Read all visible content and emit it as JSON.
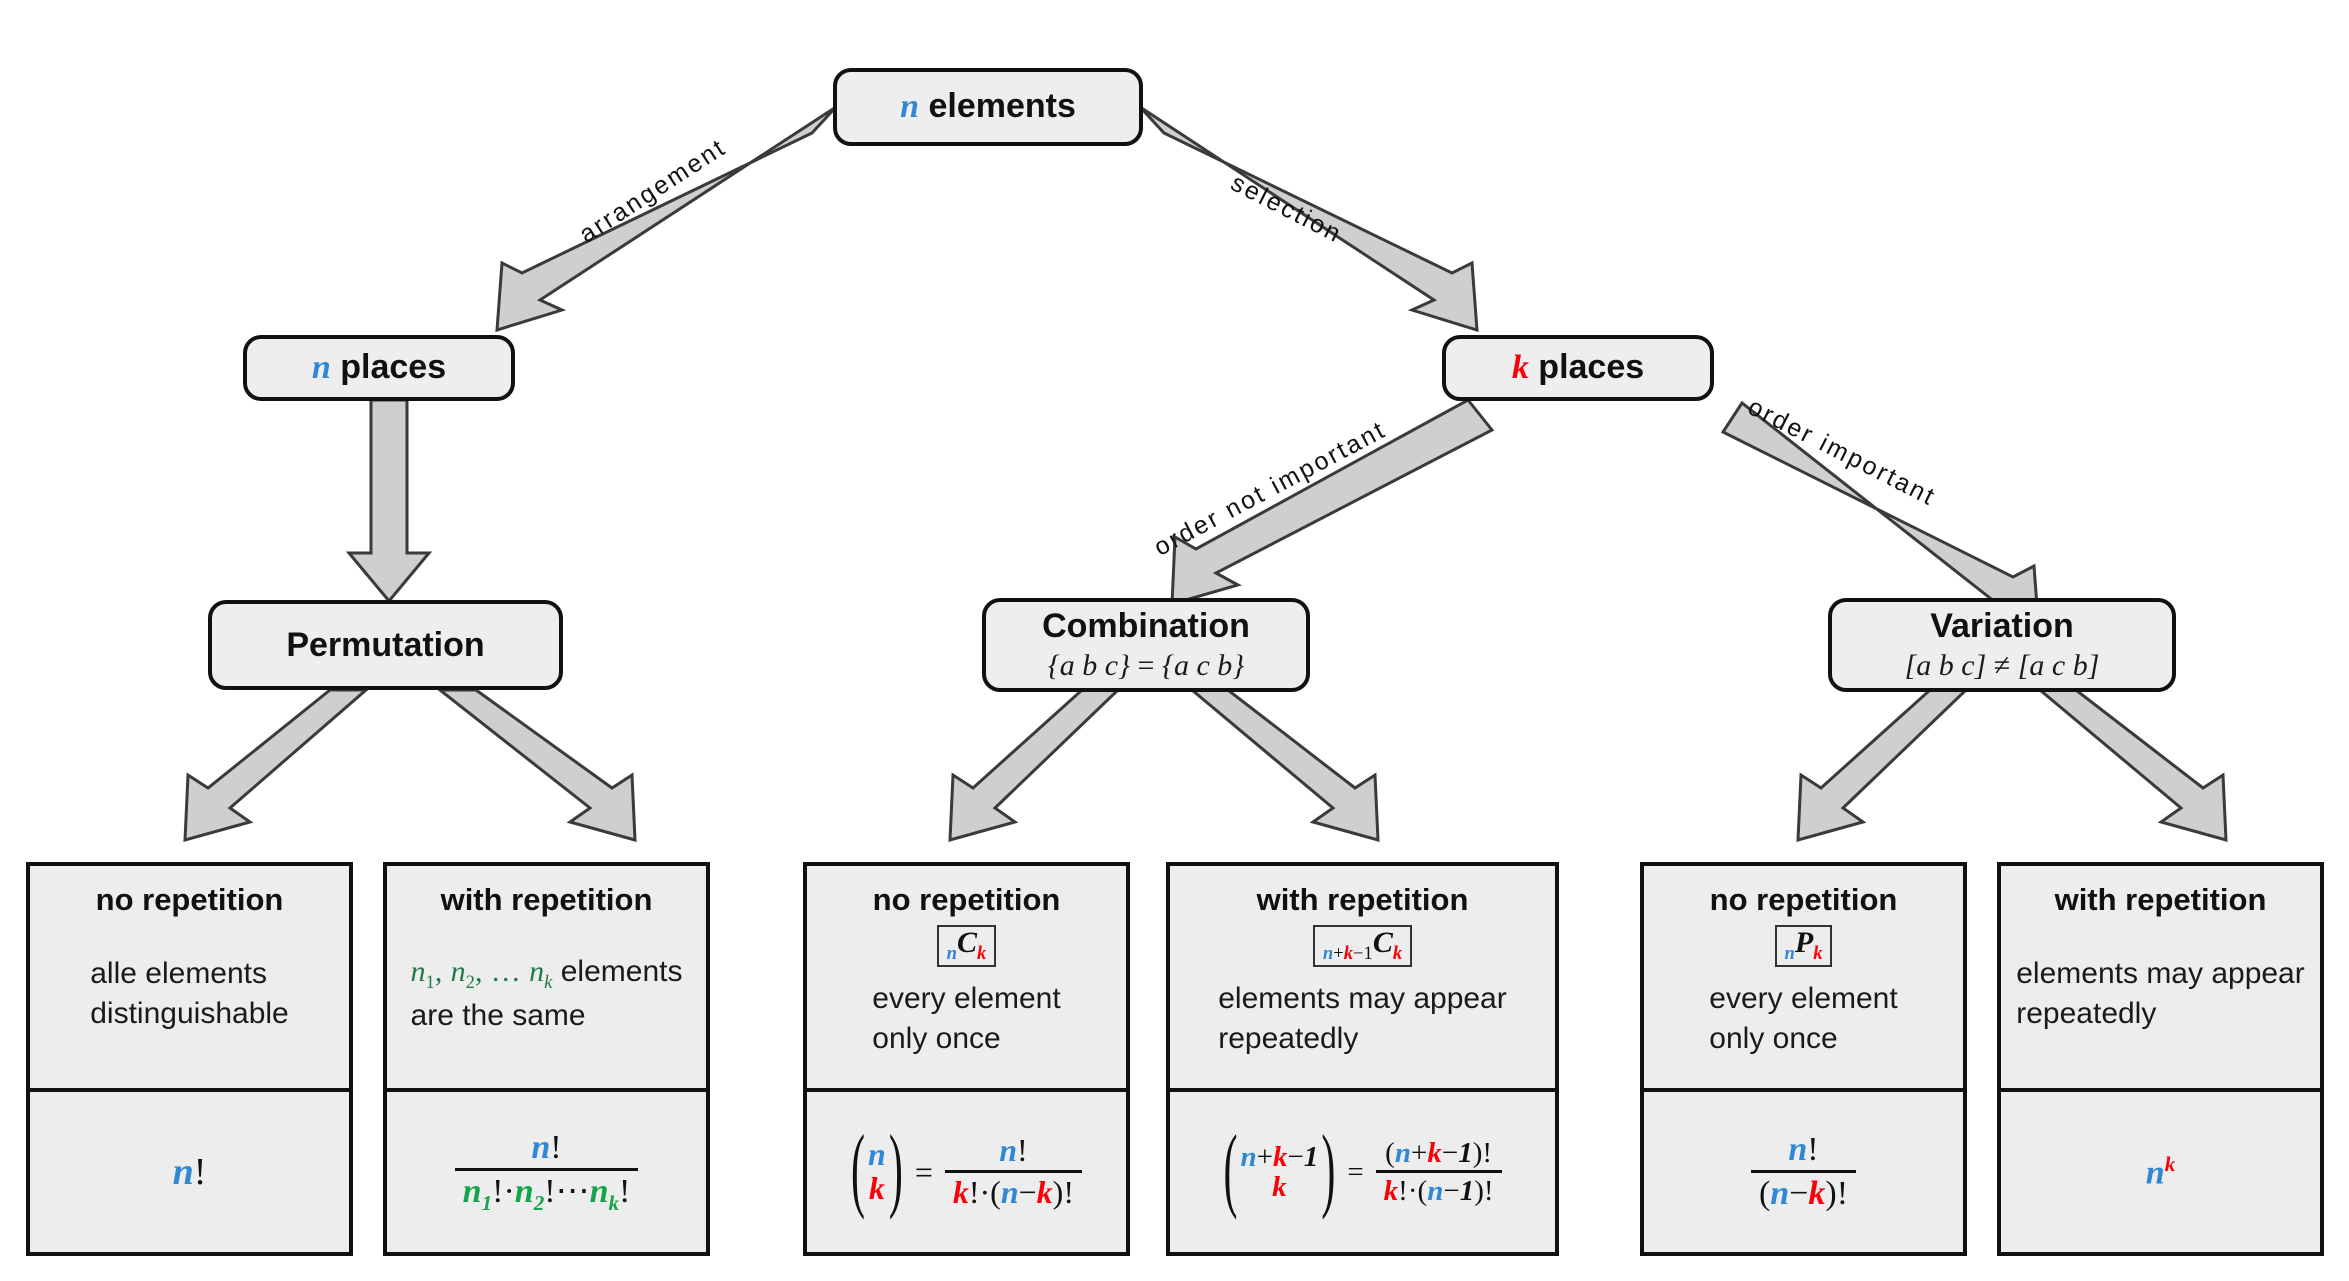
{
  "diagram": {
    "title": "Combinatorics decision tree",
    "colors": {
      "n_color": "#2f88d4",
      "k_color": "#fb0007",
      "green_color": "#16a34a",
      "node_fill": "#eeeeee",
      "arrow_fill": "#cfcfcf",
      "outline": "#111111",
      "background": "#ffffff"
    }
  },
  "nodes": {
    "root": {
      "var": "n",
      "text": "elements"
    },
    "n_places": {
      "var": "n",
      "text": "places"
    },
    "k_places": {
      "var": "k",
      "text": "places"
    },
    "permutation": {
      "title": "Permutation",
      "sub": ""
    },
    "combination": {
      "title": "Combination",
      "sub_left": "{a b c}",
      "sub_op": "=",
      "sub_right": "{a c b}"
    },
    "variation": {
      "title": "Variation",
      "sub_left": "[a b c]",
      "sub_op": "≠",
      "sub_right": "[a c b]"
    }
  },
  "edges": {
    "arrangement": "arrangement",
    "selection": "selection",
    "order_not_important": "order not important",
    "order_important": "order important"
  },
  "leaves": [
    {
      "id": "permutation-no-repetition",
      "group": "Permutation",
      "lead": "no repetition",
      "symbol": null,
      "desc_line1": "alle elements",
      "desc_line2": "distinguishable",
      "formula_text": "n!"
    },
    {
      "id": "permutation-with-repetition",
      "group": "Permutation",
      "lead": "with repetition",
      "symbol": null,
      "desc_line1": "n₁, n₂, … nₖ elements",
      "desc_line2": "are the same",
      "formula_text": "n! / (n₁! · n₂! ⋯ nₖ!)"
    },
    {
      "id": "combination-no-repetition",
      "group": "Combination",
      "lead": "no repetition",
      "symbol": "nCk",
      "desc_line1": "every element",
      "desc_line2": "only once",
      "formula_text": "(n choose k) = n! / (k! · (n − k)!)"
    },
    {
      "id": "combination-with-repetition",
      "group": "Combination",
      "lead": "with repetition",
      "symbol": "n+k-1Ck",
      "desc_line1": "elements may appear",
      "desc_line2": "repeatedly",
      "formula_text": "(n+k−1 choose k) = (n+k−1)! / (k! · (n−1)!)"
    },
    {
      "id": "variation-no-repetition",
      "group": "Variation",
      "lead": "no repetition",
      "symbol": "nPk",
      "desc_line1": "every element",
      "desc_line2": "only once",
      "formula_text": "n! / (n − k)!"
    },
    {
      "id": "variation-with-repetition",
      "group": "Variation",
      "lead": "with repetition",
      "symbol": null,
      "desc_line1": "elements may appear",
      "desc_line2": "repeatedly",
      "formula_text": "n^k"
    }
  ],
  "symbols": {
    "n": "n",
    "k": "k",
    "one": "1",
    "C": "C",
    "P": "P",
    "plus": "+",
    "minus": "−",
    "bang": "!",
    "dot": "·",
    "ellipsis": "⋯",
    "equals": "=",
    "lparen": "(",
    "rparen": ")",
    "n1": "n",
    "n2": "n",
    "nk": "n",
    "sub1": "1",
    "sub2": "2",
    "subk": "k",
    "comma": ",",
    "dots": "…",
    "elements_word": "elements"
  }
}
